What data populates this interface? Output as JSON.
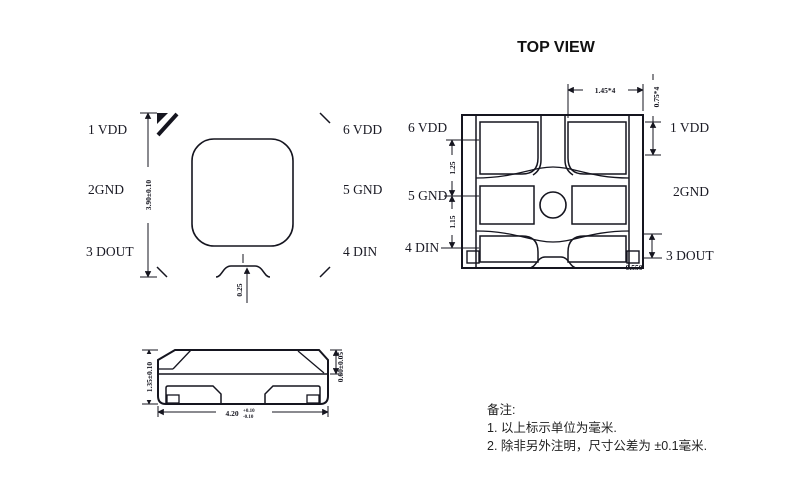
{
  "title": "TOP VIEW",
  "front_view": {
    "labels_left": [
      "1 VDD",
      "2GND",
      "3 DOUT"
    ],
    "labels_right": [
      "6 VDD",
      "5 GND",
      "4 DIN"
    ],
    "dim_height": "3.90±0.10",
    "dim_notch": "0.25"
  },
  "top_view": {
    "labels_left": [
      "6 VDD",
      "5 GND",
      "4 DIN"
    ],
    "labels_right": [
      "1 VDD",
      "2GND",
      "3 DOUT"
    ],
    "dim_pad_width": "1.45*4",
    "dim_pad_height": "0.75*4",
    "dim_upper": "1.25",
    "dim_lower": "1.15",
    "dim_corner": "0.550"
  },
  "side_view": {
    "dim_height": "1.35±0.10",
    "dim_top": "0.60±0.05",
    "dim_width": "4.20",
    "dim_width_tol_plus": "+0.10",
    "dim_width_tol_minus": "-0.10"
  },
  "notes": {
    "heading": "备注:",
    "line1": "1. 以上标示单位为毫米.",
    "line2": "2. 除非另外注明，尺寸公差为 ±0.1毫米."
  },
  "colors": {
    "line": "#15151f",
    "background": "#ffffff"
  }
}
